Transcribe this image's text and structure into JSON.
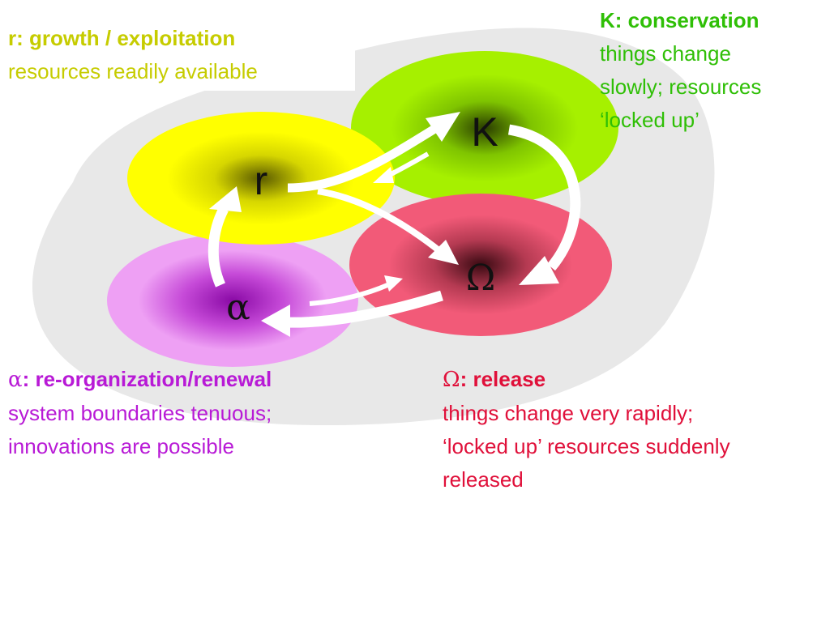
{
  "colors": {
    "background_blob": "#e8e8e8",
    "r_phase": "#ffff00",
    "k_phase": "#a6f000",
    "omega_phase": "#f25a78",
    "alpha_phase": "#eea0f4",
    "arrow": "#ffffff",
    "r_text": "#c6cc00",
    "k_text": "#2fbf06",
    "alpha_text": "#b81ad6",
    "omega_text": "#e0103a"
  },
  "nodes": {
    "r": "r",
    "k": "K",
    "omega": "Ω",
    "alpha": "α"
  },
  "captions": {
    "r": {
      "title": "r: growth / exploitation",
      "body": [
        "resources readily available"
      ]
    },
    "k": {
      "title": "K: conservation",
      "body": [
        "things change",
        "slowly; resources",
        "‘locked up’"
      ]
    },
    "alpha": {
      "symbol": "α",
      "title": ": re-organization/renewal",
      "body": [
        "system boundaries tenuous;",
        "innovations are possible"
      ]
    },
    "omega": {
      "symbol": "Ω",
      "title": ": release",
      "body": [
        "things change very rapidly;",
        "‘locked up’ resources suddenly",
        "released"
      ]
    }
  },
  "icons": {
    "arrows": "white-curved-arrow"
  }
}
